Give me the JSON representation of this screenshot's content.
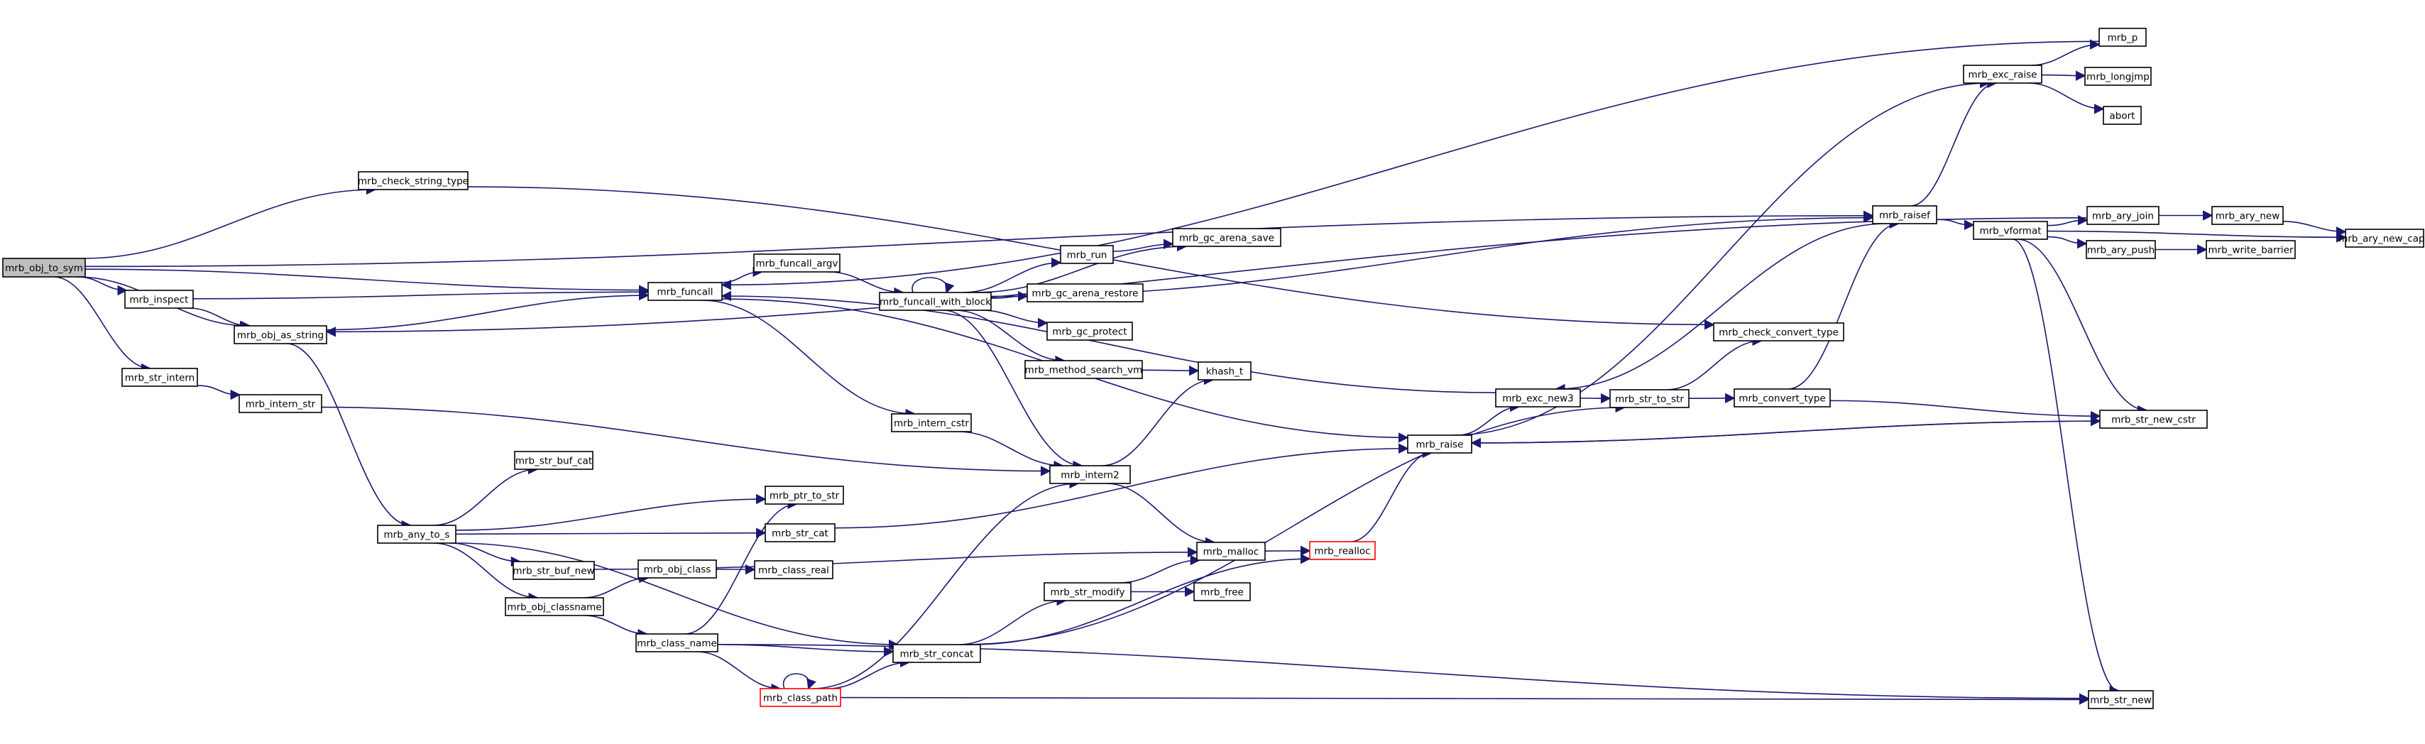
{
  "colors": {
    "edge": "#191970",
    "root_fill": "#bfbfbf",
    "highlight_border": "#ff0000",
    "node_border": "#000000"
  },
  "nodes": [
    {
      "id": "n0",
      "label": "mrb_obj_to_sym",
      "root": true
    },
    {
      "id": "n1",
      "label": "mrb_inspect"
    },
    {
      "id": "n2",
      "label": "mrb_str_intern"
    },
    {
      "id": "n3",
      "label": "mrb_check_string_type"
    },
    {
      "id": "n4",
      "label": "mrb_obj_as_string"
    },
    {
      "id": "n5",
      "label": "mrb_intern_str"
    },
    {
      "id": "n6",
      "label": "mrb_any_to_s"
    },
    {
      "id": "n7",
      "label": "mrb_str_buf_cat"
    },
    {
      "id": "n8",
      "label": "mrb_str_buf_new"
    },
    {
      "id": "n9",
      "label": "mrb_obj_classname"
    },
    {
      "id": "n10",
      "label": "mrb_obj_class"
    },
    {
      "id": "n11",
      "label": "mrb_class_name"
    },
    {
      "id": "n12",
      "label": "mrb_funcall"
    },
    {
      "id": "n13",
      "label": "mrb_ptr_to_str"
    },
    {
      "id": "n14",
      "label": "mrb_str_cat"
    },
    {
      "id": "n15",
      "label": "mrb_class_real"
    },
    {
      "id": "n16",
      "label": "mrb_class_path",
      "red": true
    },
    {
      "id": "n17",
      "label": "mrb_funcall_argv"
    },
    {
      "id": "n18",
      "label": "mrb_intern_cstr"
    },
    {
      "id": "n19",
      "label": "mrb_funcall_with_block"
    },
    {
      "id": "n20",
      "label": "mrb_str_modify"
    },
    {
      "id": "n21",
      "label": "mrb_str_concat"
    },
    {
      "id": "n22",
      "label": "mrb_run"
    },
    {
      "id": "n23",
      "label": "mrb_gc_arena_save"
    },
    {
      "id": "n24",
      "label": "mrb_gc_arena_restore"
    },
    {
      "id": "n25",
      "label": "mrb_gc_protect"
    },
    {
      "id": "n26",
      "label": "mrb_method_search_vm"
    },
    {
      "id": "n27",
      "label": "khash_t"
    },
    {
      "id": "n28",
      "label": "mrb_intern2"
    },
    {
      "id": "n29",
      "label": "mrb_malloc"
    },
    {
      "id": "n30",
      "label": "mrb_free"
    },
    {
      "id": "n31",
      "label": "mrb_realloc",
      "red": true
    },
    {
      "id": "n32",
      "label": "mrb_raise"
    },
    {
      "id": "n33",
      "label": "mrb_exc_new3"
    },
    {
      "id": "n34",
      "label": "mrb_str_to_str"
    },
    {
      "id": "n35",
      "label": "mrb_check_convert_type"
    },
    {
      "id": "n36",
      "label": "mrb_convert_type"
    },
    {
      "id": "n37",
      "label": "mrb_raisef"
    },
    {
      "id": "n38",
      "label": "mrb_exc_raise"
    },
    {
      "id": "n39",
      "label": "mrb_vformat"
    },
    {
      "id": "n40",
      "label": "mrb_p"
    },
    {
      "id": "n41",
      "label": "mrb_longjmp"
    },
    {
      "id": "n42",
      "label": "abort"
    },
    {
      "id": "n43",
      "label": "mrb_ary_join"
    },
    {
      "id": "n44",
      "label": "mrb_ary_new"
    },
    {
      "id": "n45",
      "label": "mrb_ary_new_capa"
    },
    {
      "id": "n46",
      "label": "mrb_ary_push"
    },
    {
      "id": "n47",
      "label": "mrb_write_barrier"
    },
    {
      "id": "n48",
      "label": "mrb_str_new_cstr"
    },
    {
      "id": "n49",
      "label": "mrb_str_new"
    }
  ],
  "edges": [
    [
      "n0",
      "n1"
    ],
    [
      "n0",
      "n2"
    ],
    [
      "n0",
      "n3"
    ],
    [
      "n0",
      "n4"
    ],
    [
      "n0",
      "n12"
    ],
    [
      "n0",
      "n37"
    ],
    [
      "n1",
      "n4"
    ],
    [
      "n1",
      "n12"
    ],
    [
      "n2",
      "n5"
    ],
    [
      "n5",
      "n28"
    ],
    [
      "n3",
      "n35"
    ],
    [
      "n4",
      "n12"
    ],
    [
      "n4",
      "n6"
    ],
    [
      "n6",
      "n7"
    ],
    [
      "n6",
      "n8"
    ],
    [
      "n6",
      "n9"
    ],
    [
      "n6",
      "n13"
    ],
    [
      "n6",
      "n14"
    ],
    [
      "n6",
      "n21"
    ],
    [
      "n8",
      "n29"
    ],
    [
      "n9",
      "n10"
    ],
    [
      "n9",
      "n11"
    ],
    [
      "n10",
      "n15"
    ],
    [
      "n11",
      "n13"
    ],
    [
      "n11",
      "n16"
    ],
    [
      "n11",
      "n21"
    ],
    [
      "n11",
      "n49"
    ],
    [
      "n16",
      "n16"
    ],
    [
      "n16",
      "n28"
    ],
    [
      "n16",
      "n21"
    ],
    [
      "n16",
      "n49"
    ],
    [
      "n14",
      "n32"
    ],
    [
      "n12",
      "n17"
    ],
    [
      "n12",
      "n18"
    ],
    [
      "n12",
      "n32"
    ],
    [
      "n17",
      "n19"
    ],
    [
      "n19",
      "n19"
    ],
    [
      "n19",
      "n22"
    ],
    [
      "n19",
      "n23"
    ],
    [
      "n19",
      "n24"
    ],
    [
      "n19",
      "n25"
    ],
    [
      "n19",
      "n26"
    ],
    [
      "n19",
      "n28"
    ],
    [
      "n19",
      "n37"
    ],
    [
      "n22",
      "n23"
    ],
    [
      "n26",
      "n27"
    ],
    [
      "n18",
      "n28"
    ],
    [
      "n28",
      "n27"
    ],
    [
      "n28",
      "n29"
    ],
    [
      "n29",
      "n31"
    ],
    [
      "n20",
      "n29"
    ],
    [
      "n20",
      "n30"
    ],
    [
      "n21",
      "n20"
    ],
    [
      "n21",
      "n31"
    ],
    [
      "n21",
      "n34"
    ],
    [
      "n31",
      "n32"
    ],
    [
      "n32",
      "n33"
    ],
    [
      "n32",
      "n38"
    ],
    [
      "n32",
      "n48"
    ],
    [
      "n33",
      "n34"
    ],
    [
      "n33",
      "n12"
    ],
    [
      "n34",
      "n35"
    ],
    [
      "n34",
      "n36"
    ],
    [
      "n36",
      "n37"
    ],
    [
      "n36",
      "n48"
    ],
    [
      "n37",
      "n38"
    ],
    [
      "n37",
      "n39"
    ],
    [
      "n37",
      "n33"
    ],
    [
      "n38",
      "n40"
    ],
    [
      "n38",
      "n41"
    ],
    [
      "n38",
      "n42"
    ],
    [
      "n39",
      "n43"
    ],
    [
      "n39",
      "n45"
    ],
    [
      "n39",
      "n46"
    ],
    [
      "n39",
      "n48"
    ],
    [
      "n39",
      "n49"
    ],
    [
      "n43",
      "n44"
    ],
    [
      "n43",
      "n4"
    ],
    [
      "n44",
      "n45"
    ],
    [
      "n46",
      "n47"
    ],
    [
      "n40",
      "n12"
    ],
    [
      "n48",
      "n32"
    ]
  ]
}
